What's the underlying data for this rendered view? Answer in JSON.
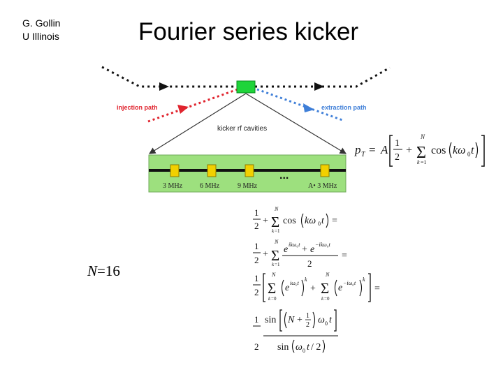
{
  "header": {
    "author_line1": "G. Gollin",
    "author_line2": "U Illinois",
    "title": "Fourier series kicker"
  },
  "diagram": {
    "injection_label": "injection path",
    "extraction_label": "extraction path",
    "cavities_label": "kicker rf cavities",
    "ellipsis": "...",
    "freq_labels": [
      "3 MHz",
      "6 MHz",
      "9 MHz",
      "A• 3 MHz"
    ],
    "colors": {
      "injection": "#e0242e",
      "extraction": "#3f7fd8",
      "kicker": "#1fd43a",
      "cavity_panel": "#9de07e",
      "cavity": "#f2d000"
    }
  },
  "annotation": {
    "n_var": "N",
    "n_value": "=16"
  },
  "equations": {
    "pT": "p_T = A[1/2 + Σ_{k=1}^{N} cos(kω₀t)]",
    "step1": "1/2 + Σ_{k=1}^{N} cos(kω₀t) =",
    "step2": "1/2 + Σ_{k=1}^{N} (e^{ikω₀t} + e^{−ikω₀t})/2 =",
    "step3": "1/2 [Σ_{k=0}^{N} (e^{iω₀t})^k + Σ_{k=0}^{N} (e^{−iω₀t})^k] =",
    "step4": "1/2 sin[(N + 1/2)ω₀t] / sin(ω₀t/2)"
  }
}
